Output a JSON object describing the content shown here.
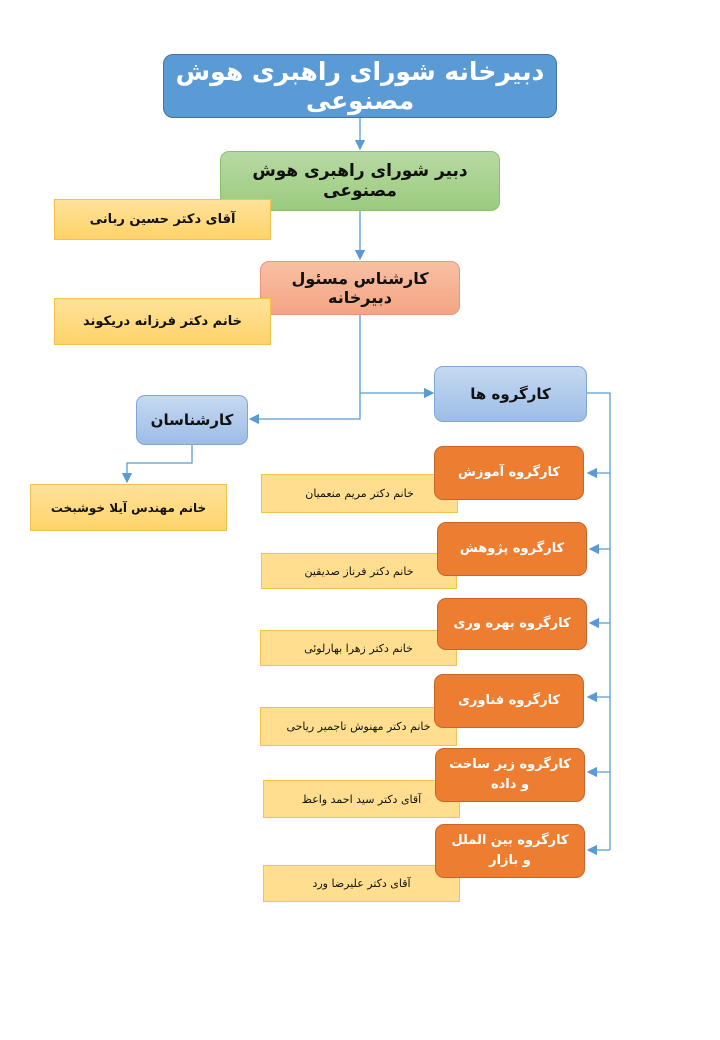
{
  "title": "دبیرخانه شورای راهبری هوش مصنوعی",
  "secretary": {
    "role": "دبیر شورای راهبری هوش مصنوعی",
    "person": "آقای دکتر حسین ربانی"
  },
  "officer": {
    "role": "کارشناس مسئول دبیرخانه",
    "person": "خانم دکتر فرزانه دریکوند"
  },
  "experts": {
    "role": "کارشناسان",
    "person": "خانم مهندس آیلا خوشبخت"
  },
  "workgroups": {
    "label": "کارگروه ها",
    "items": [
      {
        "name": "کارگروه آموزش",
        "person": "خانم دکتر مریم منعمیان"
      },
      {
        "name": "کارگروه پژوهش",
        "person": "خانم دکتر فرناز صدیقین"
      },
      {
        "name": "کارگروه بهره وری",
        "person": "خانم دکتر زهرا بهارلوئی"
      },
      {
        "name": "کارگروه فناوری",
        "person": "خانم دکتر مهنوش تاجمیر ریاحی"
      },
      {
        "name": "کارگروه زیر ساخت و داده",
        "person": "آقای دکتر سید احمد واعظ"
      },
      {
        "name": "کارگروه بین الملل و بازار",
        "person": "آقای دکتر علیرضا ورد"
      }
    ]
  },
  "colors": {
    "line": "#5b9bd5",
    "orange": "#ed7d31",
    "yellow": "#ffd966"
  }
}
